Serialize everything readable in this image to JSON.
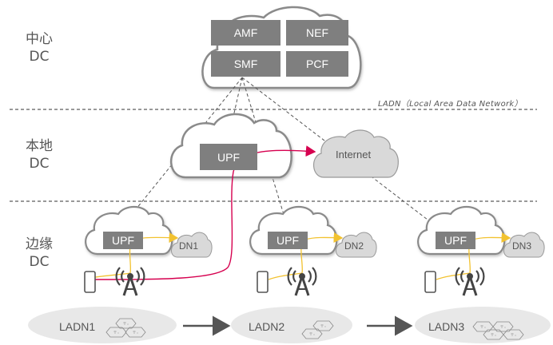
{
  "tiers": [
    {
      "name": "中心",
      "suffix": "DC"
    },
    {
      "name": "本地",
      "suffix": "DC"
    },
    {
      "name": "边缘",
      "suffix": "DC"
    }
  ],
  "central_cloud": {
    "functions": [
      "AMF",
      "NEF",
      "SMF",
      "PCF"
    ]
  },
  "ladn_note": "LADN（Local Area Data Network）",
  "local_dc": {
    "upf_label": "UPF",
    "internet_label": "Internet"
  },
  "edge_sites": [
    {
      "upf_label": "UPF",
      "dn_label": "DN1"
    },
    {
      "upf_label": "UPF",
      "dn_label": "DN2"
    },
    {
      "upf_label": "UPF",
      "dn_label": "DN3"
    }
  ],
  "ladn_areas": [
    {
      "label": "LADN1",
      "cells": 3
    },
    {
      "label": "LADN2",
      "cells": 2
    },
    {
      "label": "LADN3",
      "cells": 4
    }
  ],
  "colors": {
    "nf_box": "#7f7f7f",
    "cloud_stroke": "#8a8a8a",
    "internet_fill": "#d9d9d9",
    "path_local": "#d6004f",
    "path_edge": "#f2c230",
    "dashed": "#555555",
    "ladn_fill": "#e8e8e8"
  }
}
